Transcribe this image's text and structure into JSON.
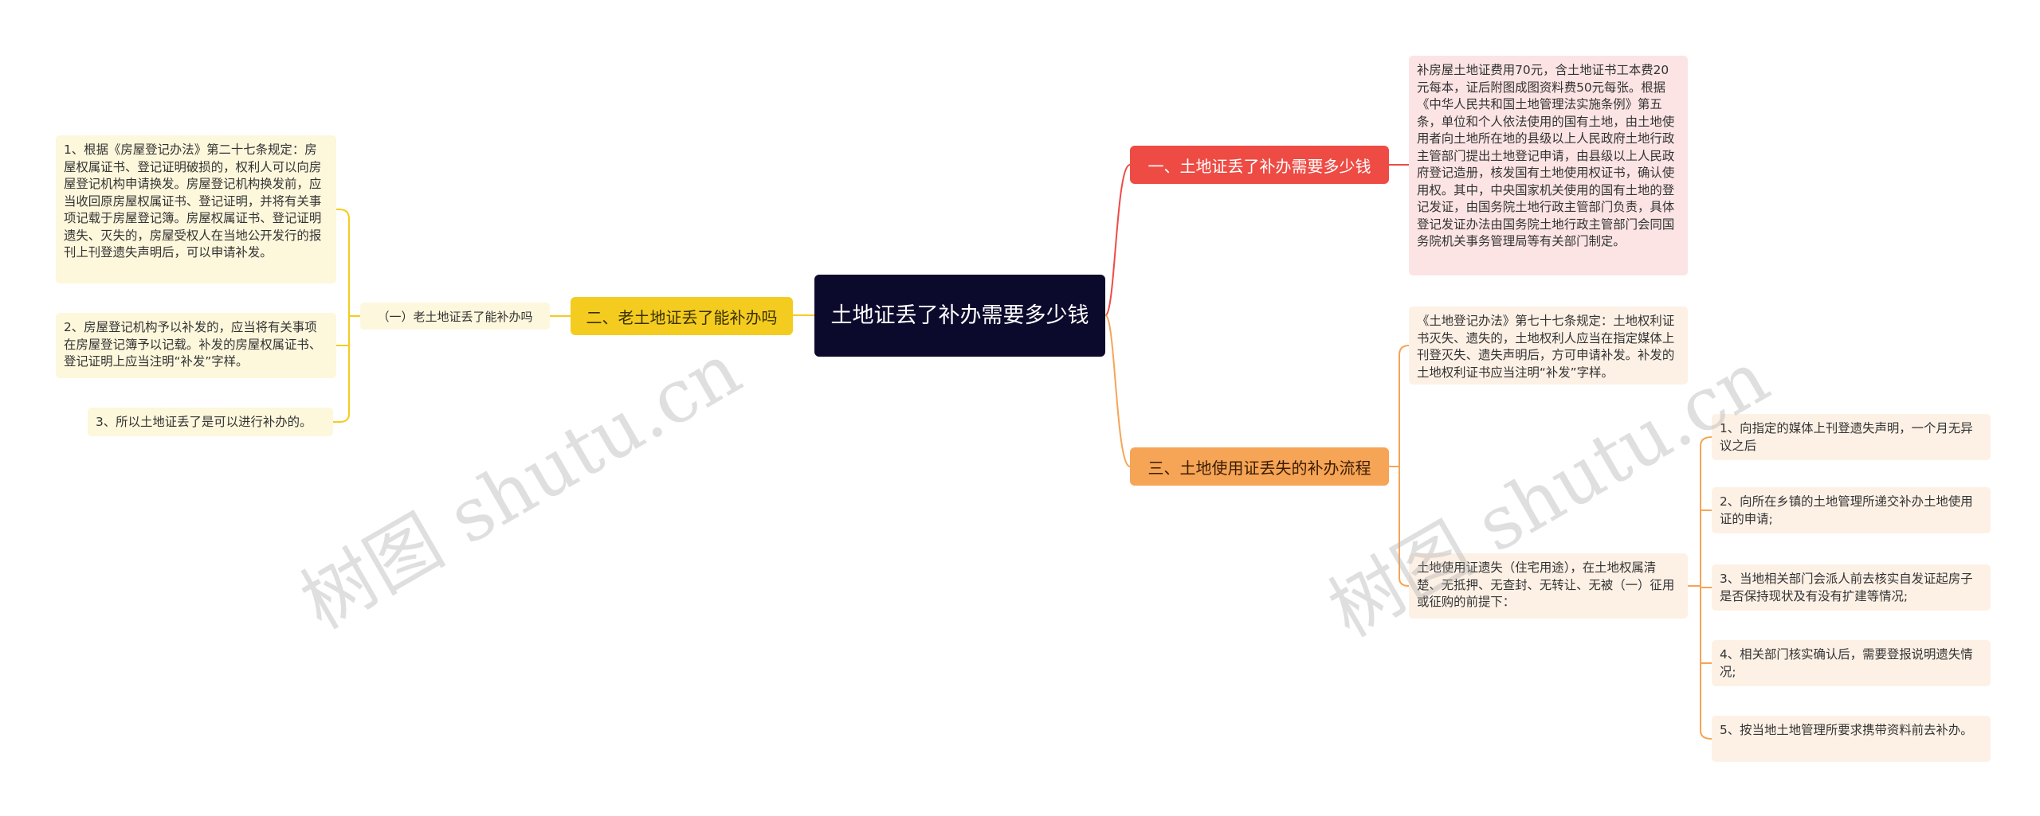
{
  "colors": {
    "central_bg": "#0c0a2c",
    "branch1": "#ee4b44",
    "branch2": "#f4cc1f",
    "branch3": "#f6a456",
    "link_red": "#ee4b44",
    "link_yellow": "#f4cc1f",
    "link_orange": "#f6a456"
  },
  "central": "土地证丢了补办需要多少钱",
  "branches": {
    "b1": "一、土地证丢了补办需要多少钱",
    "b2": "二、老土地证丢了能补办吗",
    "b3": "三、土地使用证丢失的补办流程"
  },
  "left": {
    "sub": "（一）老土地证丢了能补办吗",
    "leaf1": "1、根据《房屋登记办法》第二十七条规定：房屋权属证书、登记证明破损的，权利人可以向房屋登记机构申请换发。房屋登记机构换发前，应当收回原房屋权属证书、登记证明，并将有关事项记载于房屋登记簿。房屋权属证书、登记证明遗失、灭失的，房屋受权人在当地公开发行的报刊上刊登遗失声明后，可以申请补发。",
    "leaf2": "2、房屋登记机构予以补发的，应当将有关事项在房屋登记簿予以记载。补发的房屋权属证书、登记证明上应当注明“补发”字样。",
    "leaf3": "3、所以土地证丢了是可以进行补办的。"
  },
  "right": {
    "fee": "补房屋土地证费用70元，含土地证书工本费20元每本，证后附图成图资料费50元每张。根据《中华人民共和国土地管理法实施条例》第五条，单位和个人依法使用的国有土地，由土地使用者向土地所在地的县级以上人民政府土地行政主管部门提出土地登记申请，由县级以上人民政府登记造册，核发国有土地使用权证书，确认使用权。其中，中央国家机关使用的国有土地的登记发证，由国务院土地行政主管部门负责，具体登记发证办法由国务院土地行政主管部门会同国务院机关事务管理局等有关部门制定。",
    "law": "《土地登记办法》第七十七条规定：土地权利证书灭失、遗失的，土地权利人应当在指定媒体上刊登灭失、遗失声明后，方可申请补发。补发的土地权利证书应当注明“补发”字样。",
    "cond": "土地使用证遗失（住宅用途），在土地权属清楚、无抵押、无查封、无转让、无被（一）征用或征购的前提下：",
    "steps": [
      "1、向指定的媒体上刊登遗失声明，一个月无异议之后",
      "2、向所在乡镇的土地管理所递交补办土地使用证的申请;",
      "3、当地相关部门会派人前去核实自发证起房子是否保持现状及有没有扩建等情况;",
      "4、相关部门核实确认后，需要登报说明遗失情况;",
      "5、按当地土地管理所要求携带资料前去补办。"
    ]
  },
  "watermark": "树图 shutu.cn"
}
